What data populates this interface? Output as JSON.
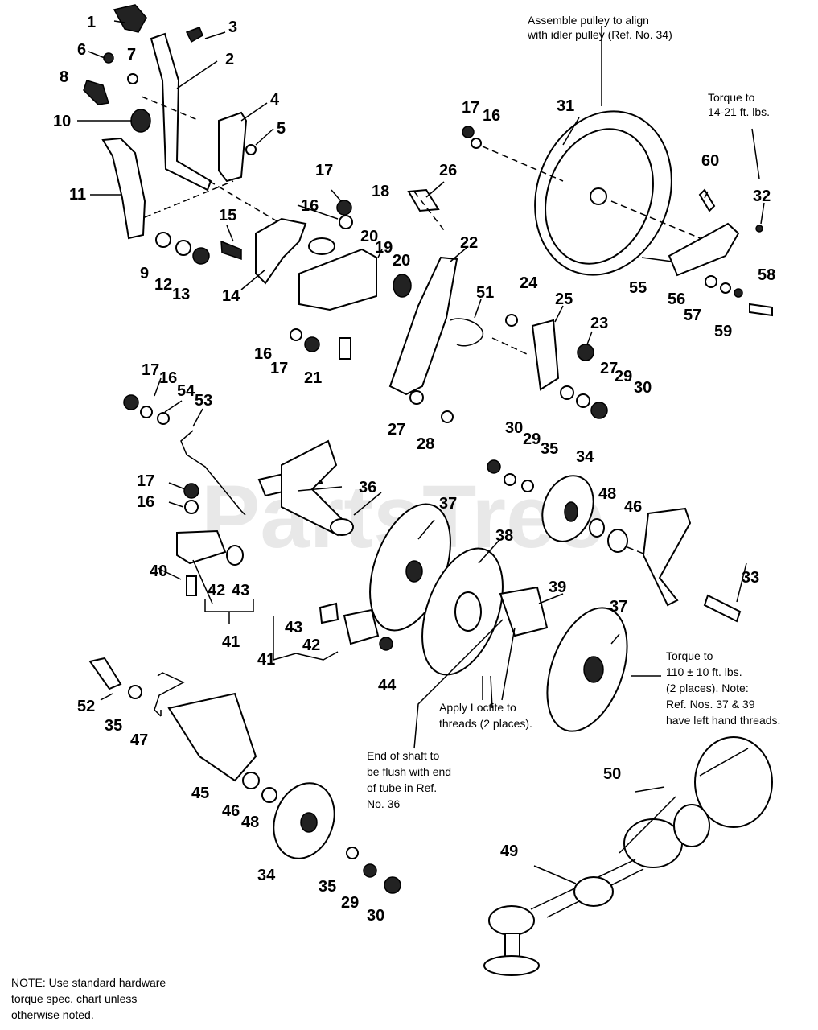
{
  "watermark": "PartsTree",
  "notes": {
    "pulley_align": [
      "Assemble pulley to align",
      "with idler pulley (Ref. No. 34)"
    ],
    "torque_14_21": [
      "Torque to",
      "14-21 ft. lbs."
    ],
    "torque_110": [
      "Torque to",
      "110 ± 10 ft. lbs.",
      "(2 places). Note:",
      "Ref. Nos. 37 & 39",
      "have left hand threads."
    ],
    "loctite": [
      "Apply Loctite to",
      "threads (2 places)."
    ],
    "shaft_flush": [
      "End of shaft to",
      "be flush with end",
      "of tube in Ref.",
      "No. 36"
    ],
    "hardware": [
      "NOTE: Use standard hardware",
      "torque spec. chart unless",
      "otherwise noted."
    ]
  },
  "callouts": [
    "1",
    "3",
    "2",
    "6",
    "7",
    "8",
    "10",
    "4",
    "5",
    "11",
    "9",
    "12",
    "13",
    "15",
    "17",
    "16",
    "18",
    "14",
    "20",
    "19",
    "20",
    "16",
    "17",
    "21",
    "26",
    "22",
    "51",
    "24",
    "25",
    "23",
    "27",
    "29",
    "30",
    "27",
    "28",
    "17",
    "16",
    "54",
    "53",
    "17",
    "16",
    "36",
    "37",
    "38",
    "40",
    "42",
    "43",
    "41",
    "43",
    "42",
    "41",
    "44",
    "30",
    "29",
    "35",
    "34",
    "48",
    "46",
    "33",
    "39",
    "37",
    "31",
    "17",
    "16",
    "60",
    "32",
    "55",
    "56",
    "57",
    "58",
    "59",
    "52",
    "35",
    "47",
    "45",
    "46",
    "48",
    "34",
    "35",
    "29",
    "30",
    "50",
    "49"
  ]
}
